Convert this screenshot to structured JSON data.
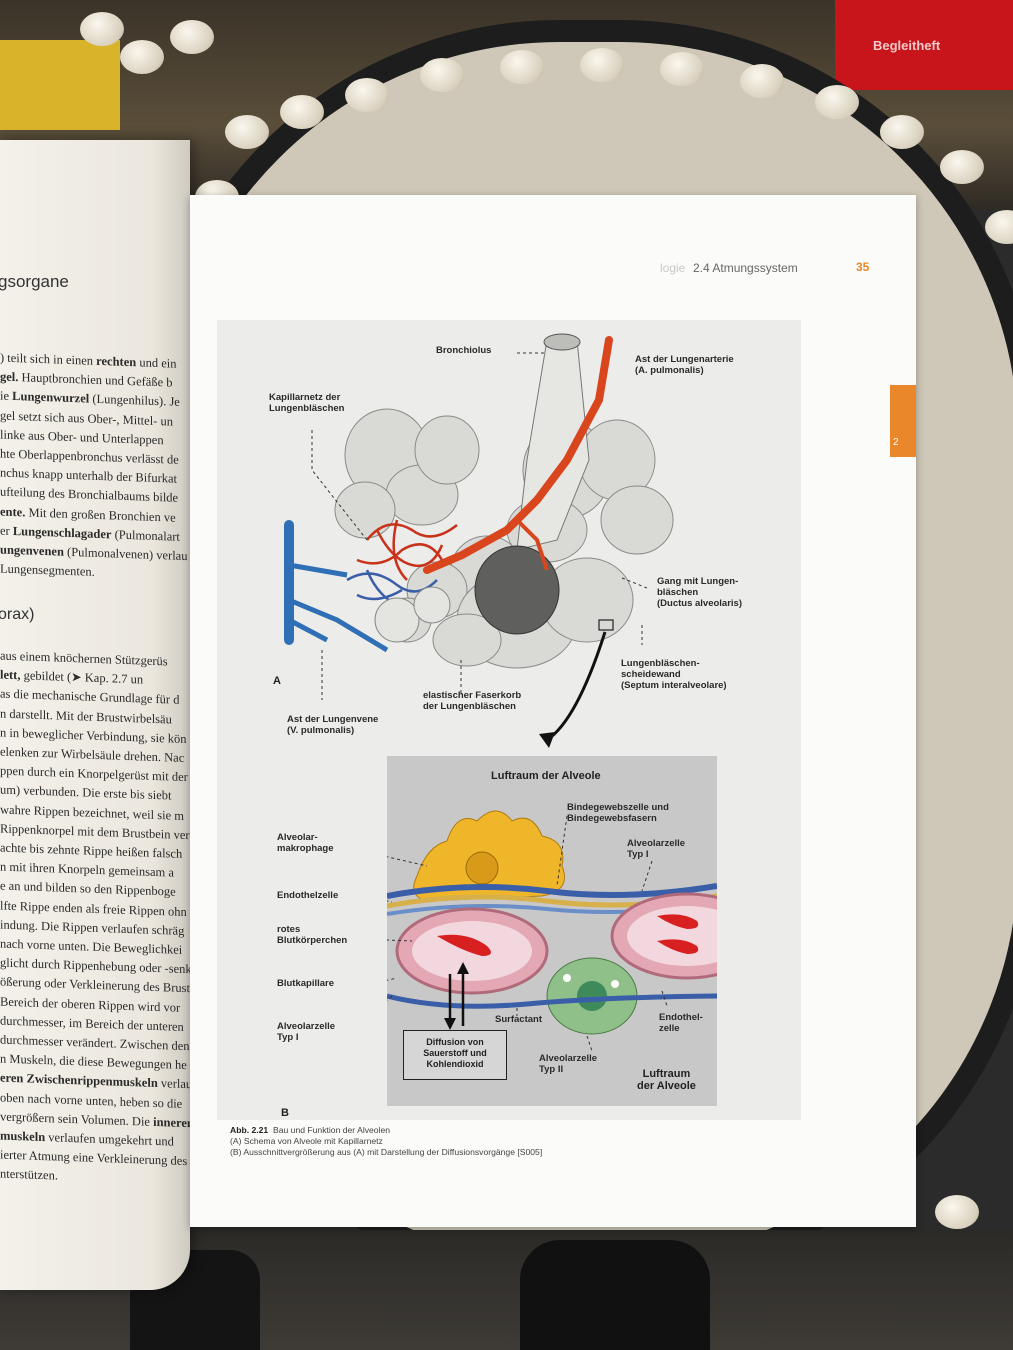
{
  "environment": {
    "book_label": "Begleitheft"
  },
  "left_page": {
    "heading": "gsorgane",
    "paragraph1": [
      {
        "pre": ") teilt sich in einen ",
        "b": "rechten",
        "post": " und ein"
      },
      {
        "pre": "",
        "b": "gel.",
        "post": " Hauptbronchien und Gefäße b"
      },
      {
        "pre": "ie ",
        "b": "Lungenwurzel",
        "post": " (Lungenhilus). Je"
      },
      {
        "pre": "gel setzt sich aus Ober-, Mittel- un",
        "b": "",
        "post": ""
      },
      {
        "pre": "linke aus Ober- und Unterlappen",
        "b": "",
        "post": ""
      },
      {
        "pre": "hte Oberlappenbronchus verlässt de",
        "b": "",
        "post": ""
      },
      {
        "pre": "nchus knapp unterhalb der Bifurkat",
        "b": "",
        "post": ""
      },
      {
        "pre": "ufteilung des Bronchialbaums bilde",
        "b": "",
        "post": ""
      },
      {
        "pre": "",
        "b": "ente.",
        "post": " Mit den großen Bronchien ve"
      },
      {
        "pre": "er ",
        "b": "Lungenschlagader",
        "post": " (Pulmonalart"
      },
      {
        "pre": "",
        "b": "ungenvenen",
        "post": " (Pulmonalvenen) verlau"
      },
      {
        "pre": "Lungensegmenten.",
        "b": "",
        "post": ""
      }
    ],
    "heading2": "orax)",
    "paragraph2": [
      {
        "pre": " aus einem knöchernen Stützgerüs",
        "b": "",
        "post": ""
      },
      {
        "pre": "",
        "b": "lett,",
        "post": " gebildet (➤ Kap. 2.7 un"
      },
      {
        "pre": "as die mechanische Grundlage für d",
        "b": "",
        "post": ""
      },
      {
        "pre": "n darstellt. Mit der Brustwirbelsäu",
        "b": "",
        "post": ""
      },
      {
        "pre": "n in beweglicher Verbindung, sie kön",
        "b": "",
        "post": ""
      },
      {
        "pre": "elenken zur Wirbelsäule drehen. Nac",
        "b": "",
        "post": ""
      },
      {
        "pre": "ppen durch ein Knorpelgerüst mit der",
        "b": "",
        "post": ""
      },
      {
        "pre": "um) verbunden. Die erste bis siebt",
        "b": "",
        "post": ""
      },
      {
        "pre": " wahre Rippen bezeichnet, weil sie m",
        "b": "",
        "post": ""
      },
      {
        "pre": "Rippenknorpel mit dem Brustbein ver",
        "b": "",
        "post": ""
      },
      {
        "pre": " achte bis zehnte Rippe heißen falsch",
        "b": "",
        "post": ""
      },
      {
        "pre": "n mit ihren Knorpeln gemeinsam a",
        "b": "",
        "post": ""
      },
      {
        "pre": "e an und bilden so den Rippenboge",
        "b": "",
        "post": ""
      },
      {
        "pre": "lfte Rippe enden als freie Rippen ohn",
        "b": "",
        "post": ""
      },
      {
        "pre": "indung. Die Rippen verlaufen schräg",
        "b": "",
        "post": ""
      },
      {
        "pre": " nach vorne unten. Die Beweglichkei",
        "b": "",
        "post": ""
      },
      {
        "pre": "glicht durch Rippenhebung oder -senk",
        "b": "",
        "post": ""
      },
      {
        "pre": "ößerung oder Verkleinerung des Brust",
        "b": "",
        "post": ""
      },
      {
        "pre": " Bereich der oberen Rippen wird vor",
        "b": "",
        "post": ""
      },
      {
        "pre": "durchmesser, im Bereich der unteren",
        "b": "",
        "post": ""
      },
      {
        "pre": "durchmesser verändert. Zwischen den",
        "b": "",
        "post": ""
      },
      {
        "pre": "n Muskeln, die diese Bewegungen he",
        "b": "",
        "post": ""
      },
      {
        "pre": "",
        "b": "eren Zwischenrippenmuskeln",
        "post": " verlau"
      },
      {
        "pre": "oben nach vorne unten, heben so die",
        "b": "",
        "post": ""
      },
      {
        "pre": "vergrößern sein Volumen. Die ",
        "b": "inneren",
        "post": ""
      },
      {
        "pre": "",
        "b": "muskeln",
        "post": " verlaufen umgekehrt und"
      },
      {
        "pre": "ierter Atmung eine Verkleinerung des",
        "b": "",
        "post": ""
      },
      {
        "pre": "nterstützen.",
        "b": "",
        "post": ""
      }
    ]
  },
  "right_page": {
    "header_gray": "logie",
    "header_section": "2.4  Atmungssystem",
    "page_number": "35",
    "chapter_tab": "2",
    "figure_a": {
      "letter": "A",
      "labels": {
        "bronchiolus": "Bronchiolus",
        "lungenarterie": "Ast der Lungenarterie\n(A. pulmonalis)",
        "kapillarnetz": "Kapillarnetz der\nLungenbläschen",
        "gang": "Gang mit Lungen-\nbläschen\n(Ductus alveolaris)",
        "septum": "Lungenbläschen-\nscheidewand\n(Septum interalveolare)",
        "faserkorb": "elastischer Faserkorb\nder Lungenbläschen",
        "lungenvene": "Ast der Lungenvene\n(V. pulmonalis)"
      }
    },
    "figure_b": {
      "letter": "B",
      "title": "Luftraum der Alveole",
      "labels": {
        "bindegewebe": "Bindegewebszelle und\nBindegewebsfasern",
        "makrophage": "Alveolar-\nmakrophage",
        "alveolarzelle1_right": "Alveolarzelle\nTyp I",
        "endothelzelle": "Endothelzelle",
        "blutkoerperchen": "rotes\nBlutkörperchen",
        "blutkapillare": "Blutkapillare",
        "alveolarzelle1_left": "Alveolarzelle\nTyp I",
        "surfactant": "Surfactant",
        "endothelzelle2": "Endothel-\nzelle",
        "alveolarzelle2": "Alveolarzelle\nTyp II"
      },
      "diffusion": "Diffusion von\nSauerstoff und\nKohlendioxid",
      "luftraum_bottom": "Luftraum\nder Alveole"
    },
    "caption": {
      "id": "Abb. 2.21",
      "title": "Bau und Funktion der Alveolen",
      "line_a": "(A) Schema von Alveole mit Kapillarnetz",
      "line_b": "(B) Ausschnittvergrößerung aus (A) mit Darstellung der Diffusionsvorgänge [S005]"
    }
  }
}
